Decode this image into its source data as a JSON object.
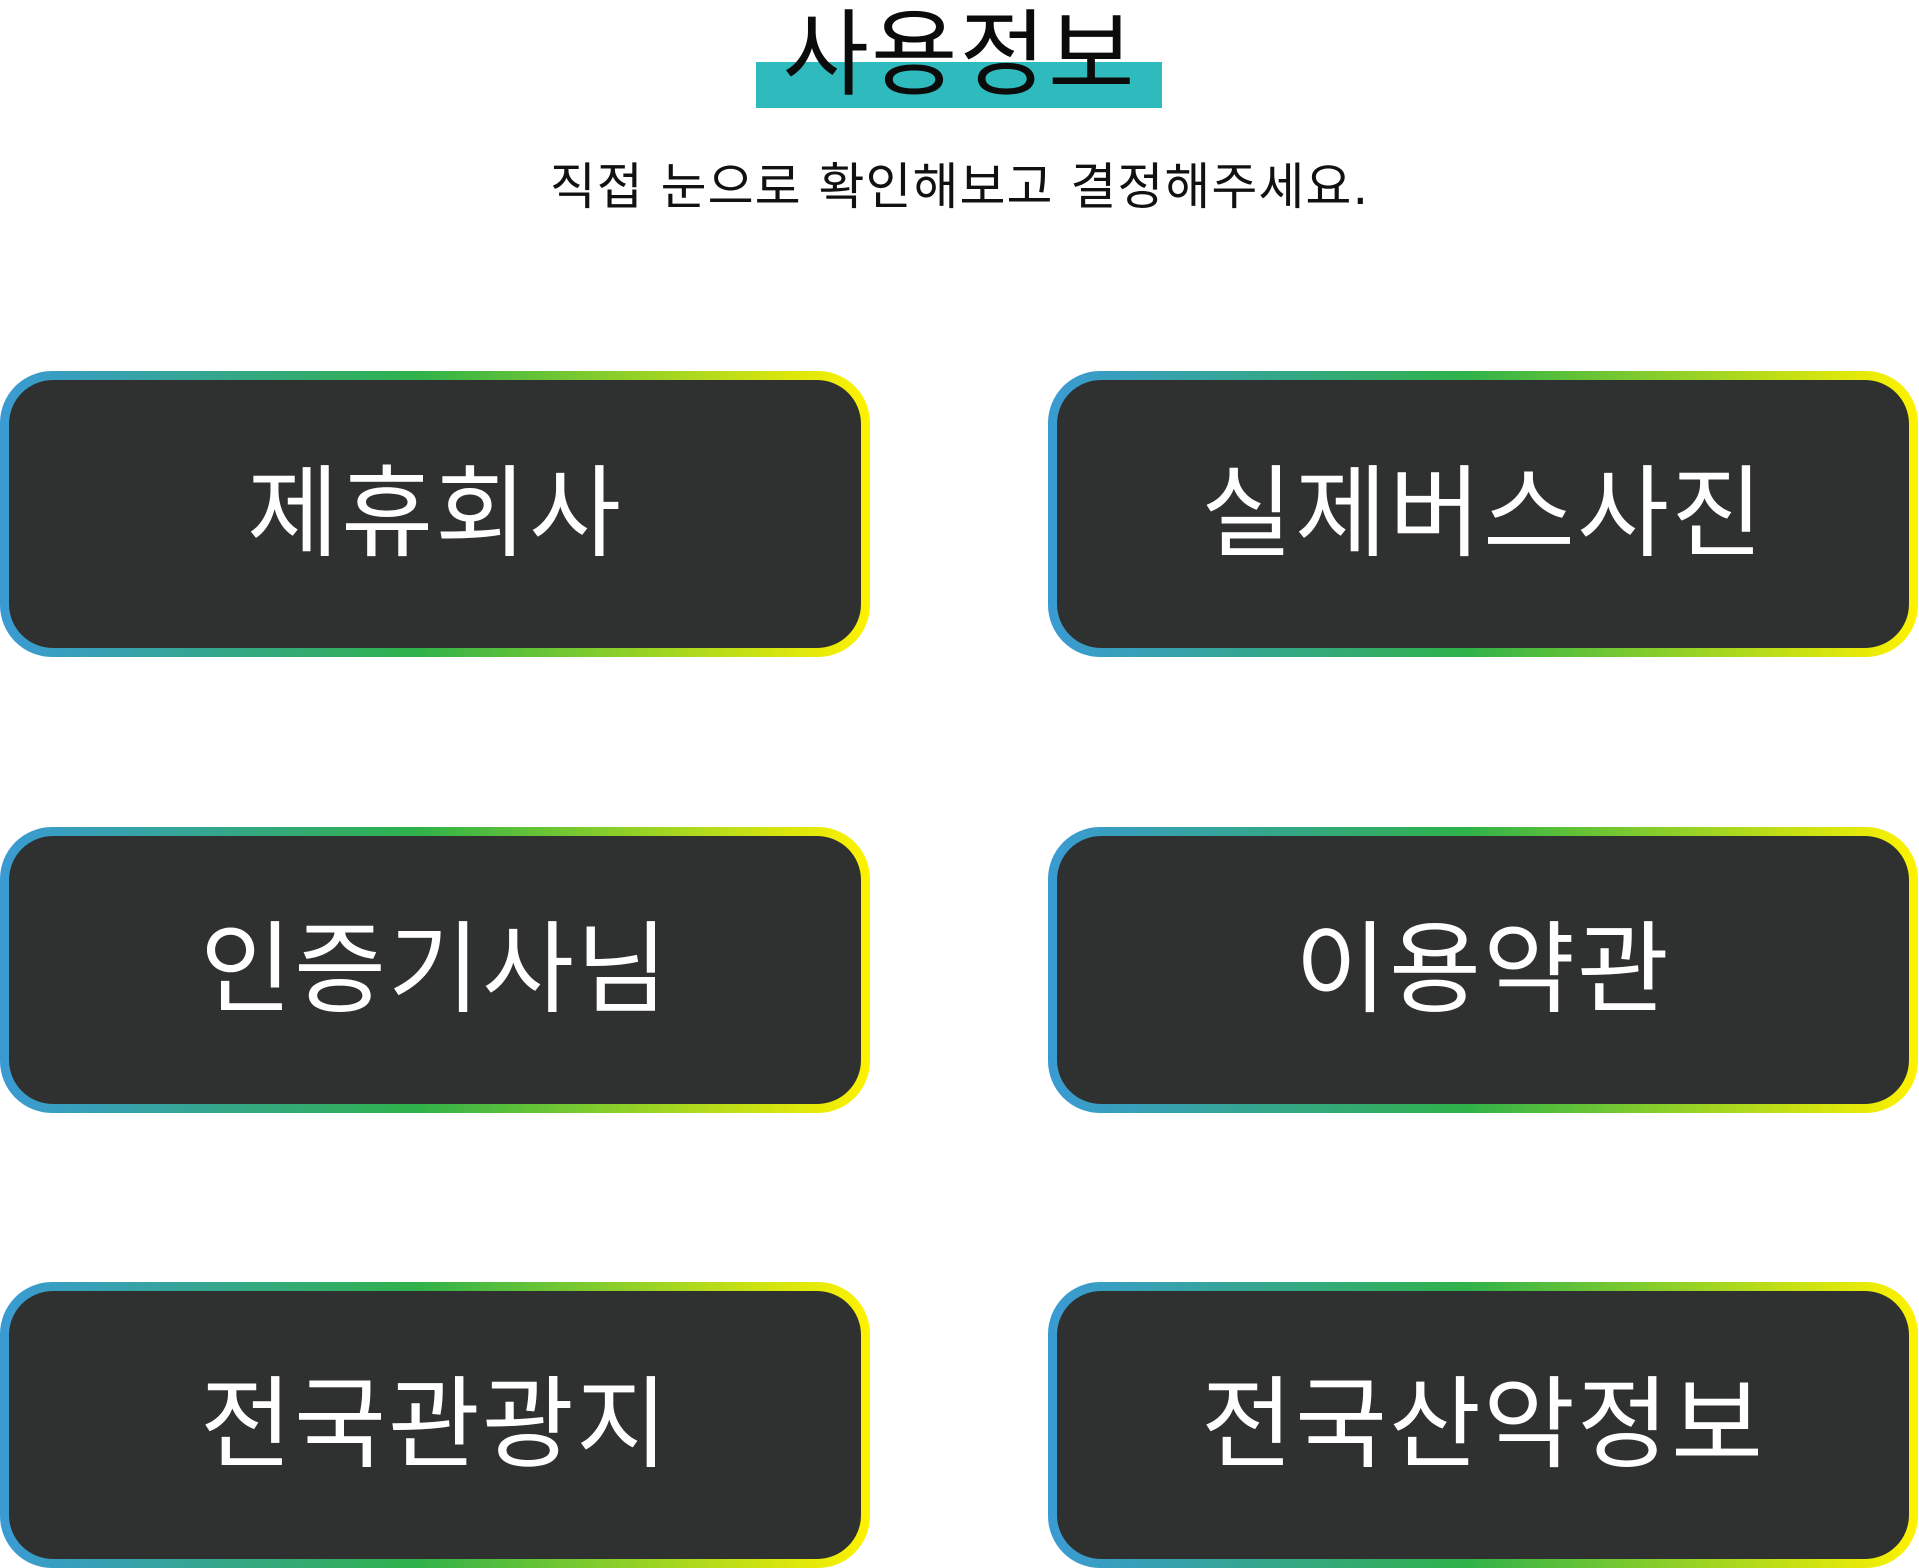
{
  "header": {
    "title": "사용정보",
    "subtitle": "직접 눈으로 확인해보고 결정해주세요."
  },
  "menu": {
    "items": [
      {
        "label": "제휴회사"
      },
      {
        "label": "실제버스사진"
      },
      {
        "label": "인증기사님"
      },
      {
        "label": "이용약관"
      },
      {
        "label": "전국관광지"
      },
      {
        "label": "전국산악정보"
      }
    ]
  },
  "colors": {
    "accent": "#2fbbbd",
    "card_background": "#2f3030",
    "border_gradient_start": "#3a9bd4",
    "border_gradient_mid": "#2fb24a",
    "border_gradient_end": "#fff200",
    "text_dark": "#0b0b0b",
    "text_light": "#ffffff"
  }
}
